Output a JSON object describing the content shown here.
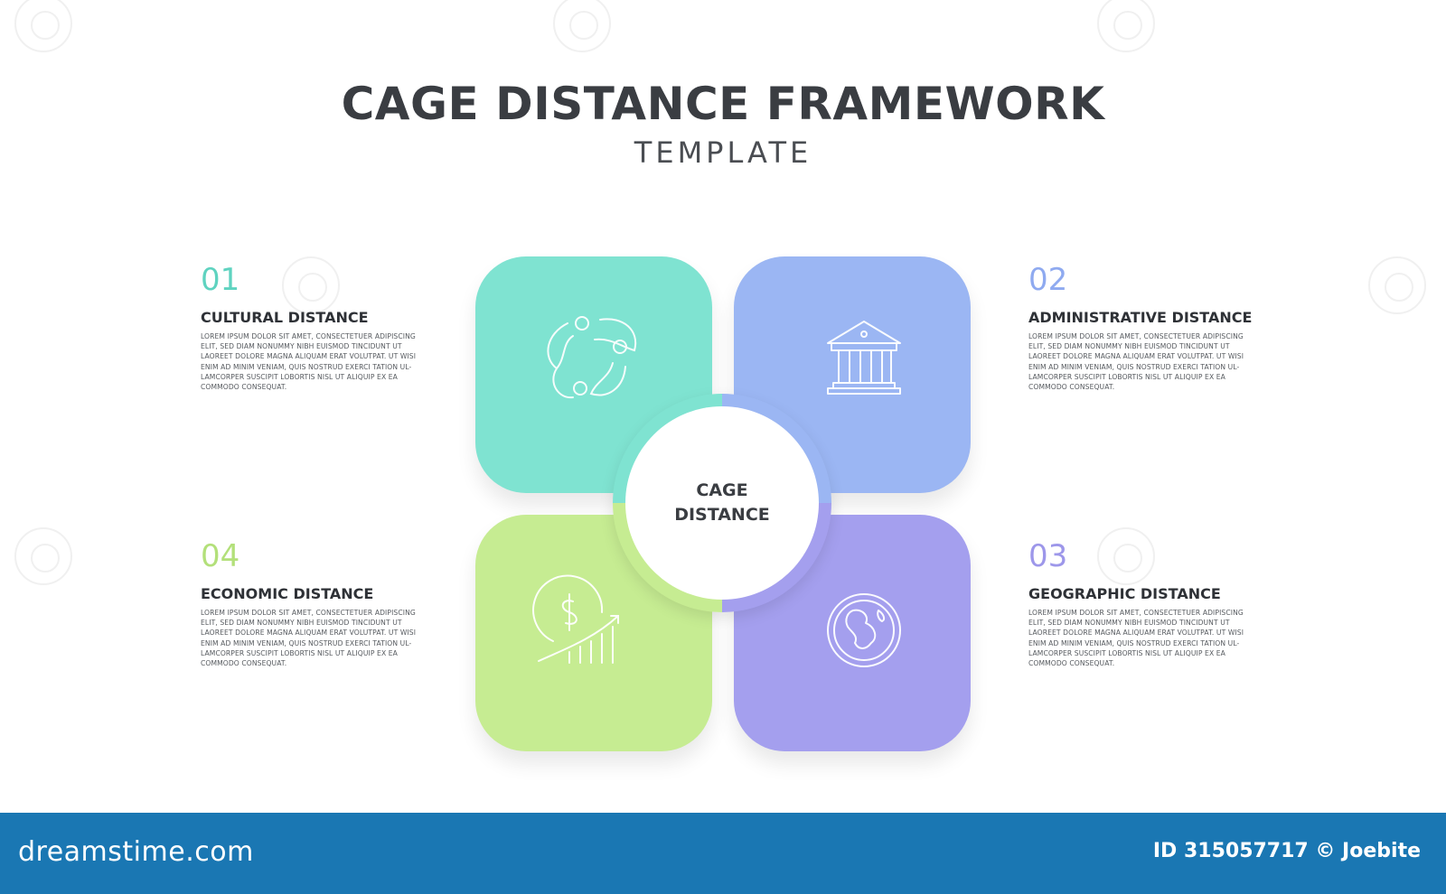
{
  "header": {
    "title": "CAGE DISTANCE FRAMEWORK",
    "subtitle": "TEMPLATE"
  },
  "hub": {
    "line1": "CAGE",
    "line2": "DISTANCE"
  },
  "items": [
    {
      "number": "01",
      "label": "CULTURAL DISTANCE",
      "description": "LOREM IPSUM DOLOR SIT AMET, CONSECTETUER ADIPISCING ELIT, SED DIAM NONUMMY NIBH EUISMOD TINCIDUNT UT LAOREET DOLORE MAGNA ALIQUAM ERAT VOLUTPAT. UT WISI ENIM AD MINIM VENIAM, QUIS NOSTRUD EXERCI TATION UL-LAMCORPER SUSCIPIT LOBORTIS NISL UT ALIQUIP EX EA COMMODO CONSEQUAT.",
      "color": "#7fe3d1",
      "number_color": "#5fd3c0",
      "icon": "people-circle-icon"
    },
    {
      "number": "02",
      "label": "ADMINISTRATIVE DISTANCE",
      "description": "LOREM IPSUM DOLOR SIT AMET, CONSECTETUER ADIPISCING ELIT, SED DIAM NONUMMY NIBH EUISMOD TINCIDUNT UT LAOREET DOLORE MAGNA ALIQUAM ERAT VOLUTPAT. UT WISI ENIM AD MINIM VENIAM, QUIS NOSTRUD EXERCI TATION UL-LAMCORPER SUSCIPIT LOBORTIS NISL UT ALIQUIP EX EA COMMODO CONSEQUAT.",
      "color": "#9bb6f3",
      "number_color": "#8faaf0",
      "icon": "government-building-icon"
    },
    {
      "number": "03",
      "label": "GEOGRAPHIC DISTANCE",
      "description": "LOREM IPSUM DOLOR SIT AMET, CONSECTETUER ADIPISCING ELIT, SED DIAM NONUMMY NIBH EUISMOD TINCIDUNT UT LAOREET DOLORE MAGNA ALIQUAM ERAT VOLUTPAT. UT WISI ENIM AD MINIM VENIAM, QUIS NOSTRUD EXERCI TATION UL-LAMCORPER SUSCIPIT LOBORTIS NISL UT ALIQUIP EX EA COMMODO CONSEQUAT.",
      "color": "#a49fee",
      "number_color": "#9d97ea",
      "icon": "globe-icon"
    },
    {
      "number": "04",
      "label": "ECONOMIC DISTANCE",
      "description": "LOREM IPSUM DOLOR SIT AMET, CONSECTETUER ADIPISCING ELIT, SED DIAM NONUMMY NIBH EUISMOD TINCIDUNT UT LAOREET DOLORE MAGNA ALIQUAM ERAT VOLUTPAT. UT WISI ENIM AD MINIM VENIAM, QUIS NOSTRUD EXERCI TATION UL-LAMCORPER SUSCIPIT LOBORTIS NISL UT ALIQUIP EX EA COMMODO CONSEQUAT.",
      "color": "#c6ec92",
      "number_color": "#b3e07a",
      "icon": "dollar-growth-icon"
    }
  ],
  "footer": {
    "brand": "dreamstime.com",
    "stock_id": "ID 315057717 © Joebite"
  }
}
